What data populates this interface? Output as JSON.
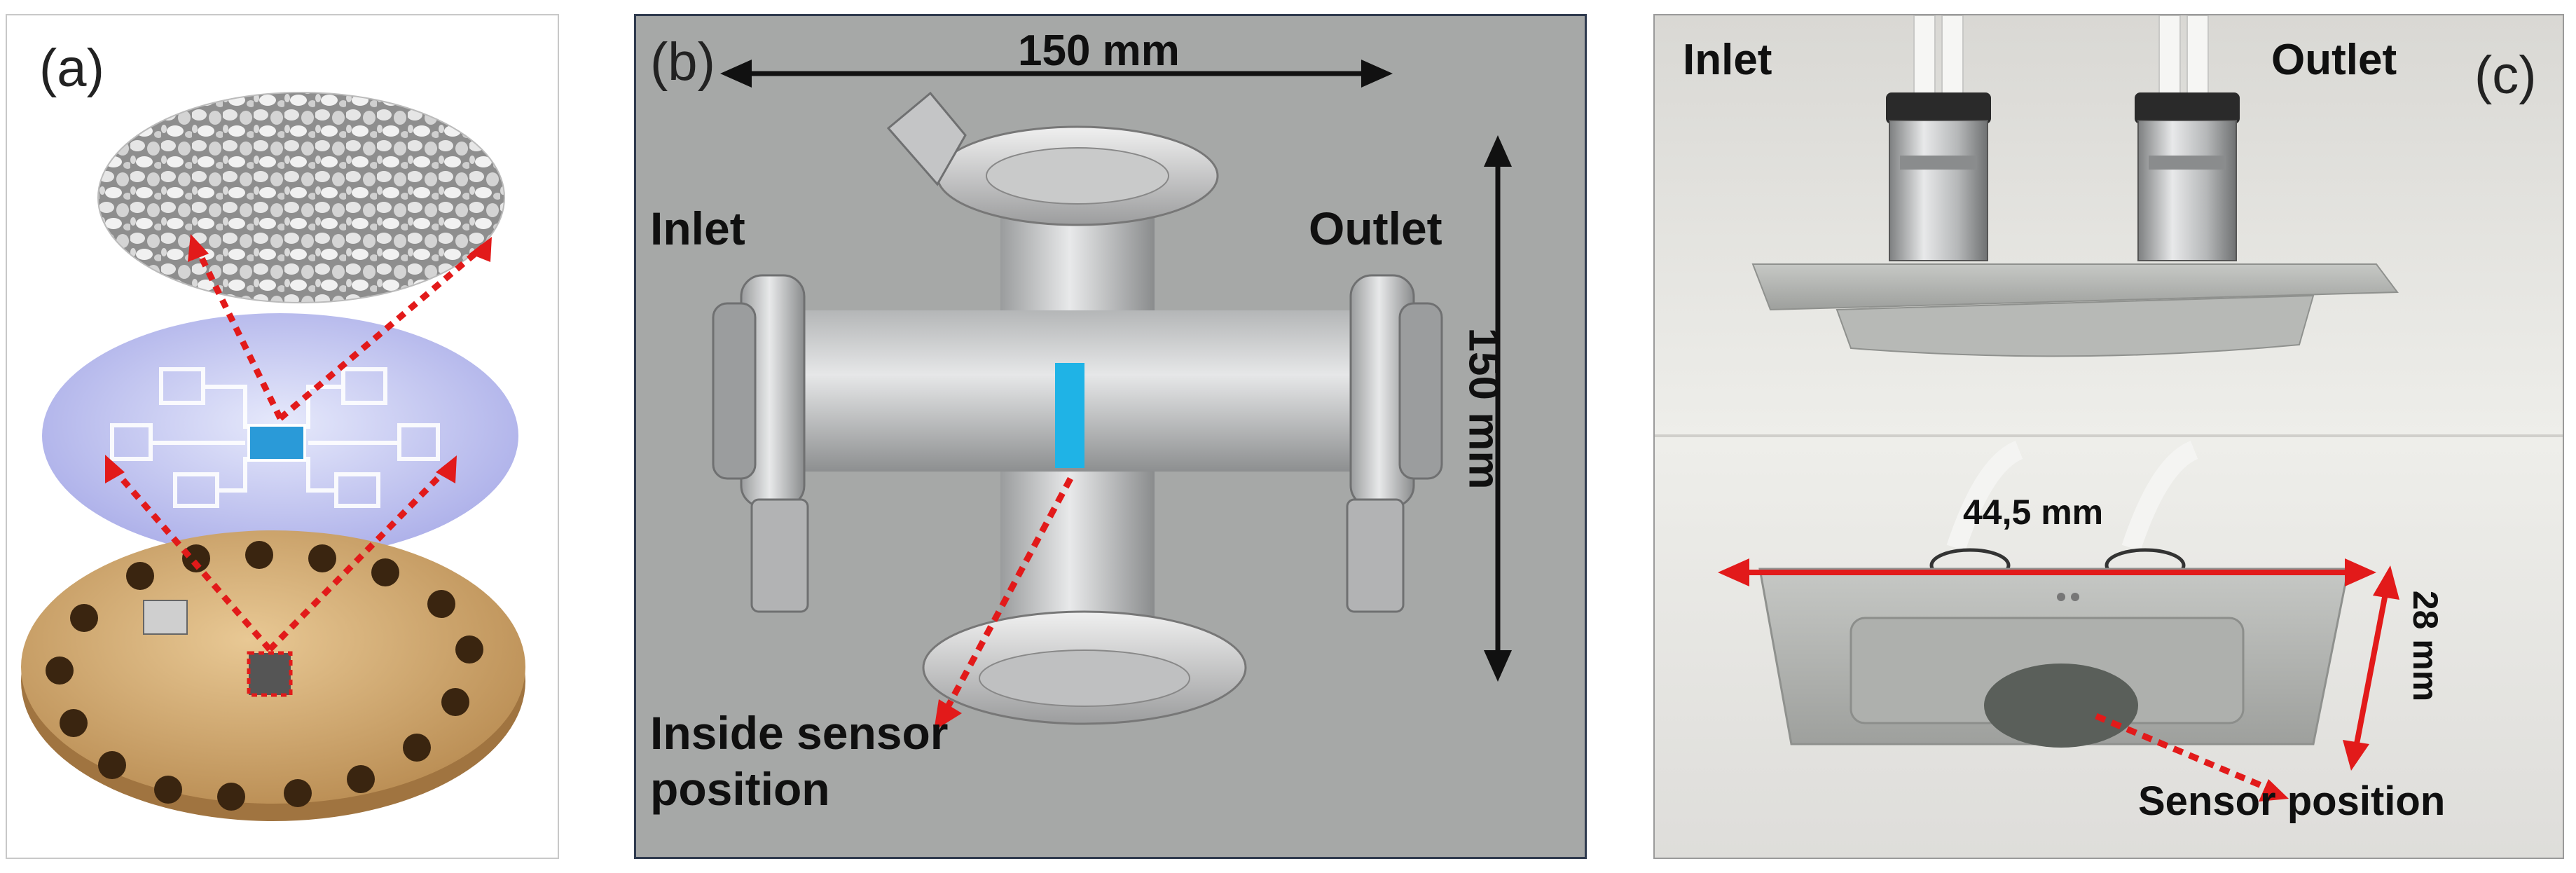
{
  "panels": {
    "a": {
      "label": "(a)"
    },
    "b": {
      "label": "(b)",
      "width_dim": "150 mm",
      "height_dim": "150 mm",
      "inlet": "Inlet",
      "outlet": "Outlet",
      "sensor_line1": "Inside sensor",
      "sensor_line2": "position"
    },
    "c": {
      "label": "(c)",
      "inlet": "Inlet",
      "outlet": "Outlet",
      "width_dim": "44,5 mm",
      "height_dim": "28 mm",
      "sensor": "Sensor position"
    }
  },
  "colors": {
    "arrow_red": "#e21a1a",
    "sensor_blue": "#1fb3e6",
    "dimension_black": "#111111"
  }
}
